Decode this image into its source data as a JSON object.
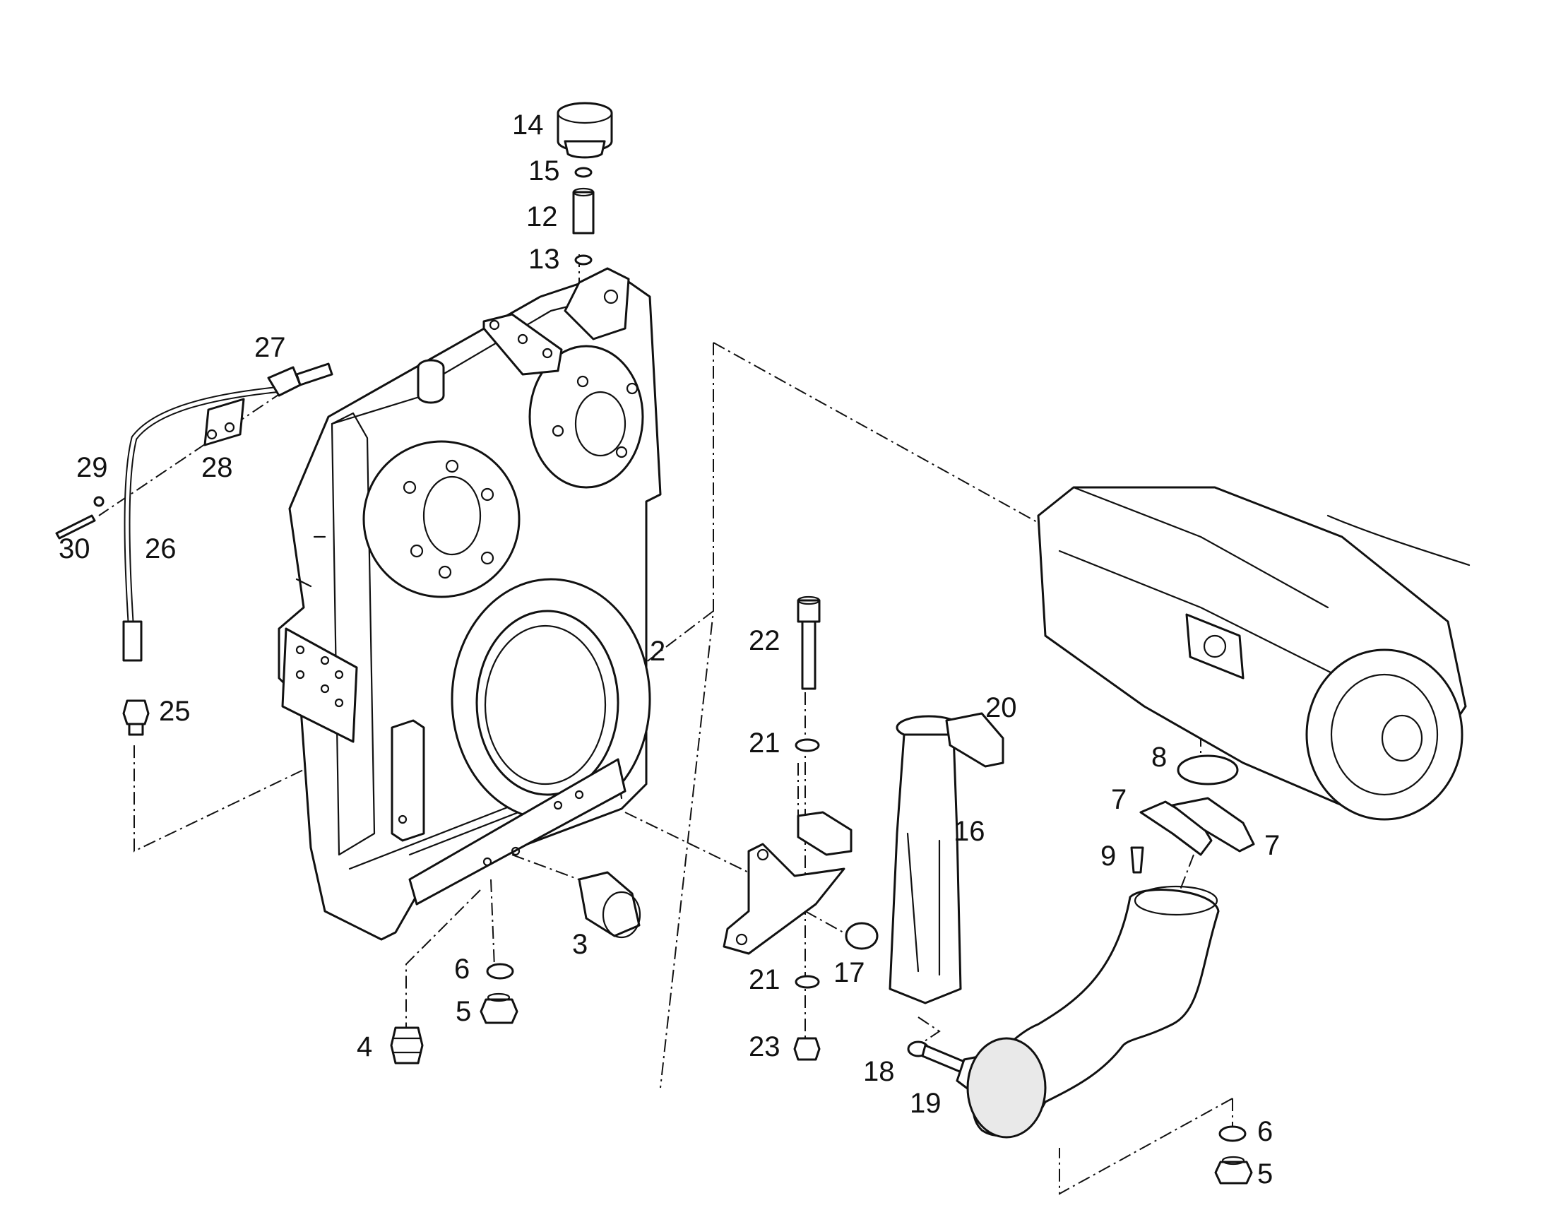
{
  "figure": "exploded parts diagram",
  "callouts": {
    "c2": "2",
    "c3": "3",
    "c4": "4",
    "c5a": "5",
    "c5b": "5",
    "c6a": "6",
    "c6b": "6",
    "c7a": "7",
    "c7b": "7",
    "c8": "8",
    "c9": "9",
    "c12": "12",
    "c13": "13",
    "c14": "14",
    "c15": "15",
    "c16": "16",
    "c17": "17",
    "c18": "18",
    "c19": "19",
    "c20": "20",
    "c21a": "21",
    "c21b": "21",
    "c22": "22",
    "c23": "23",
    "c25": "25",
    "c26": "26",
    "c27": "27",
    "c28": "28",
    "c29": "29",
    "c30": "30"
  }
}
